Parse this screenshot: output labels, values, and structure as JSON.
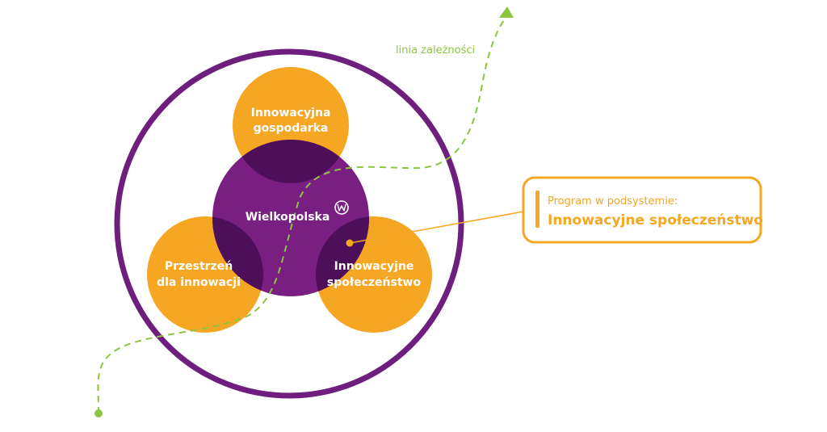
{
  "colors": {
    "outer_ring": "#6e1f7e",
    "center_circle": "#7a1f82",
    "overlap": "#4d0f5a",
    "orange": "#f5a623",
    "green_line": "#8cc63f",
    "label_text": "#ffffff"
  },
  "dependency_line": {
    "label": "linia zależności"
  },
  "circles": {
    "center": {
      "label": "Wielkopolska",
      "logo_icon": "wielkopolska-logo-icon"
    },
    "top": {
      "label_line1": "Innowacyjna",
      "label_line2": "gospodarka"
    },
    "left": {
      "label_line1": "Przestrzeń",
      "label_line2": "dla innowacji"
    },
    "right": {
      "label_line1": "Innowacyjne",
      "label_line2": "społeczeństwo"
    }
  },
  "callout": {
    "subtitle": "Program w podsystemie:",
    "title": "Innowacyjne społeczeństwo"
  }
}
